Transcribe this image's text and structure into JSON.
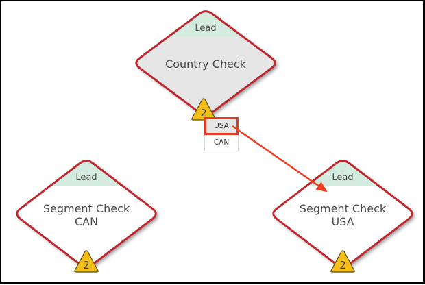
{
  "colors": {
    "node_border": "#c0262d",
    "lead_band": "#d4ece0",
    "selected_fill": "#e6e6e6",
    "node_fill": "#ffffff",
    "badge_fill": "#f5be17",
    "annotation": "#f03c1e"
  },
  "nodes": [
    {
      "id": "country-check",
      "lead": "Lead",
      "title_lines": [
        "Country Check"
      ],
      "badge_count": "2",
      "selected": true
    },
    {
      "id": "segment-check-can",
      "lead": "Lead",
      "title_lines": [
        "Segment Check",
        "CAN"
      ],
      "badge_count": "2",
      "selected": false
    },
    {
      "id": "segment-check-usa",
      "lead": "Lead",
      "title_lines": [
        "Segment Check",
        "USA"
      ],
      "badge_count": "2",
      "selected": false
    }
  ],
  "branch_menu": {
    "options": [
      "USA",
      "CAN"
    ],
    "highlighted": "USA"
  },
  "annotation": {
    "from": "branch-option-usa",
    "to": "segment-check-usa"
  }
}
